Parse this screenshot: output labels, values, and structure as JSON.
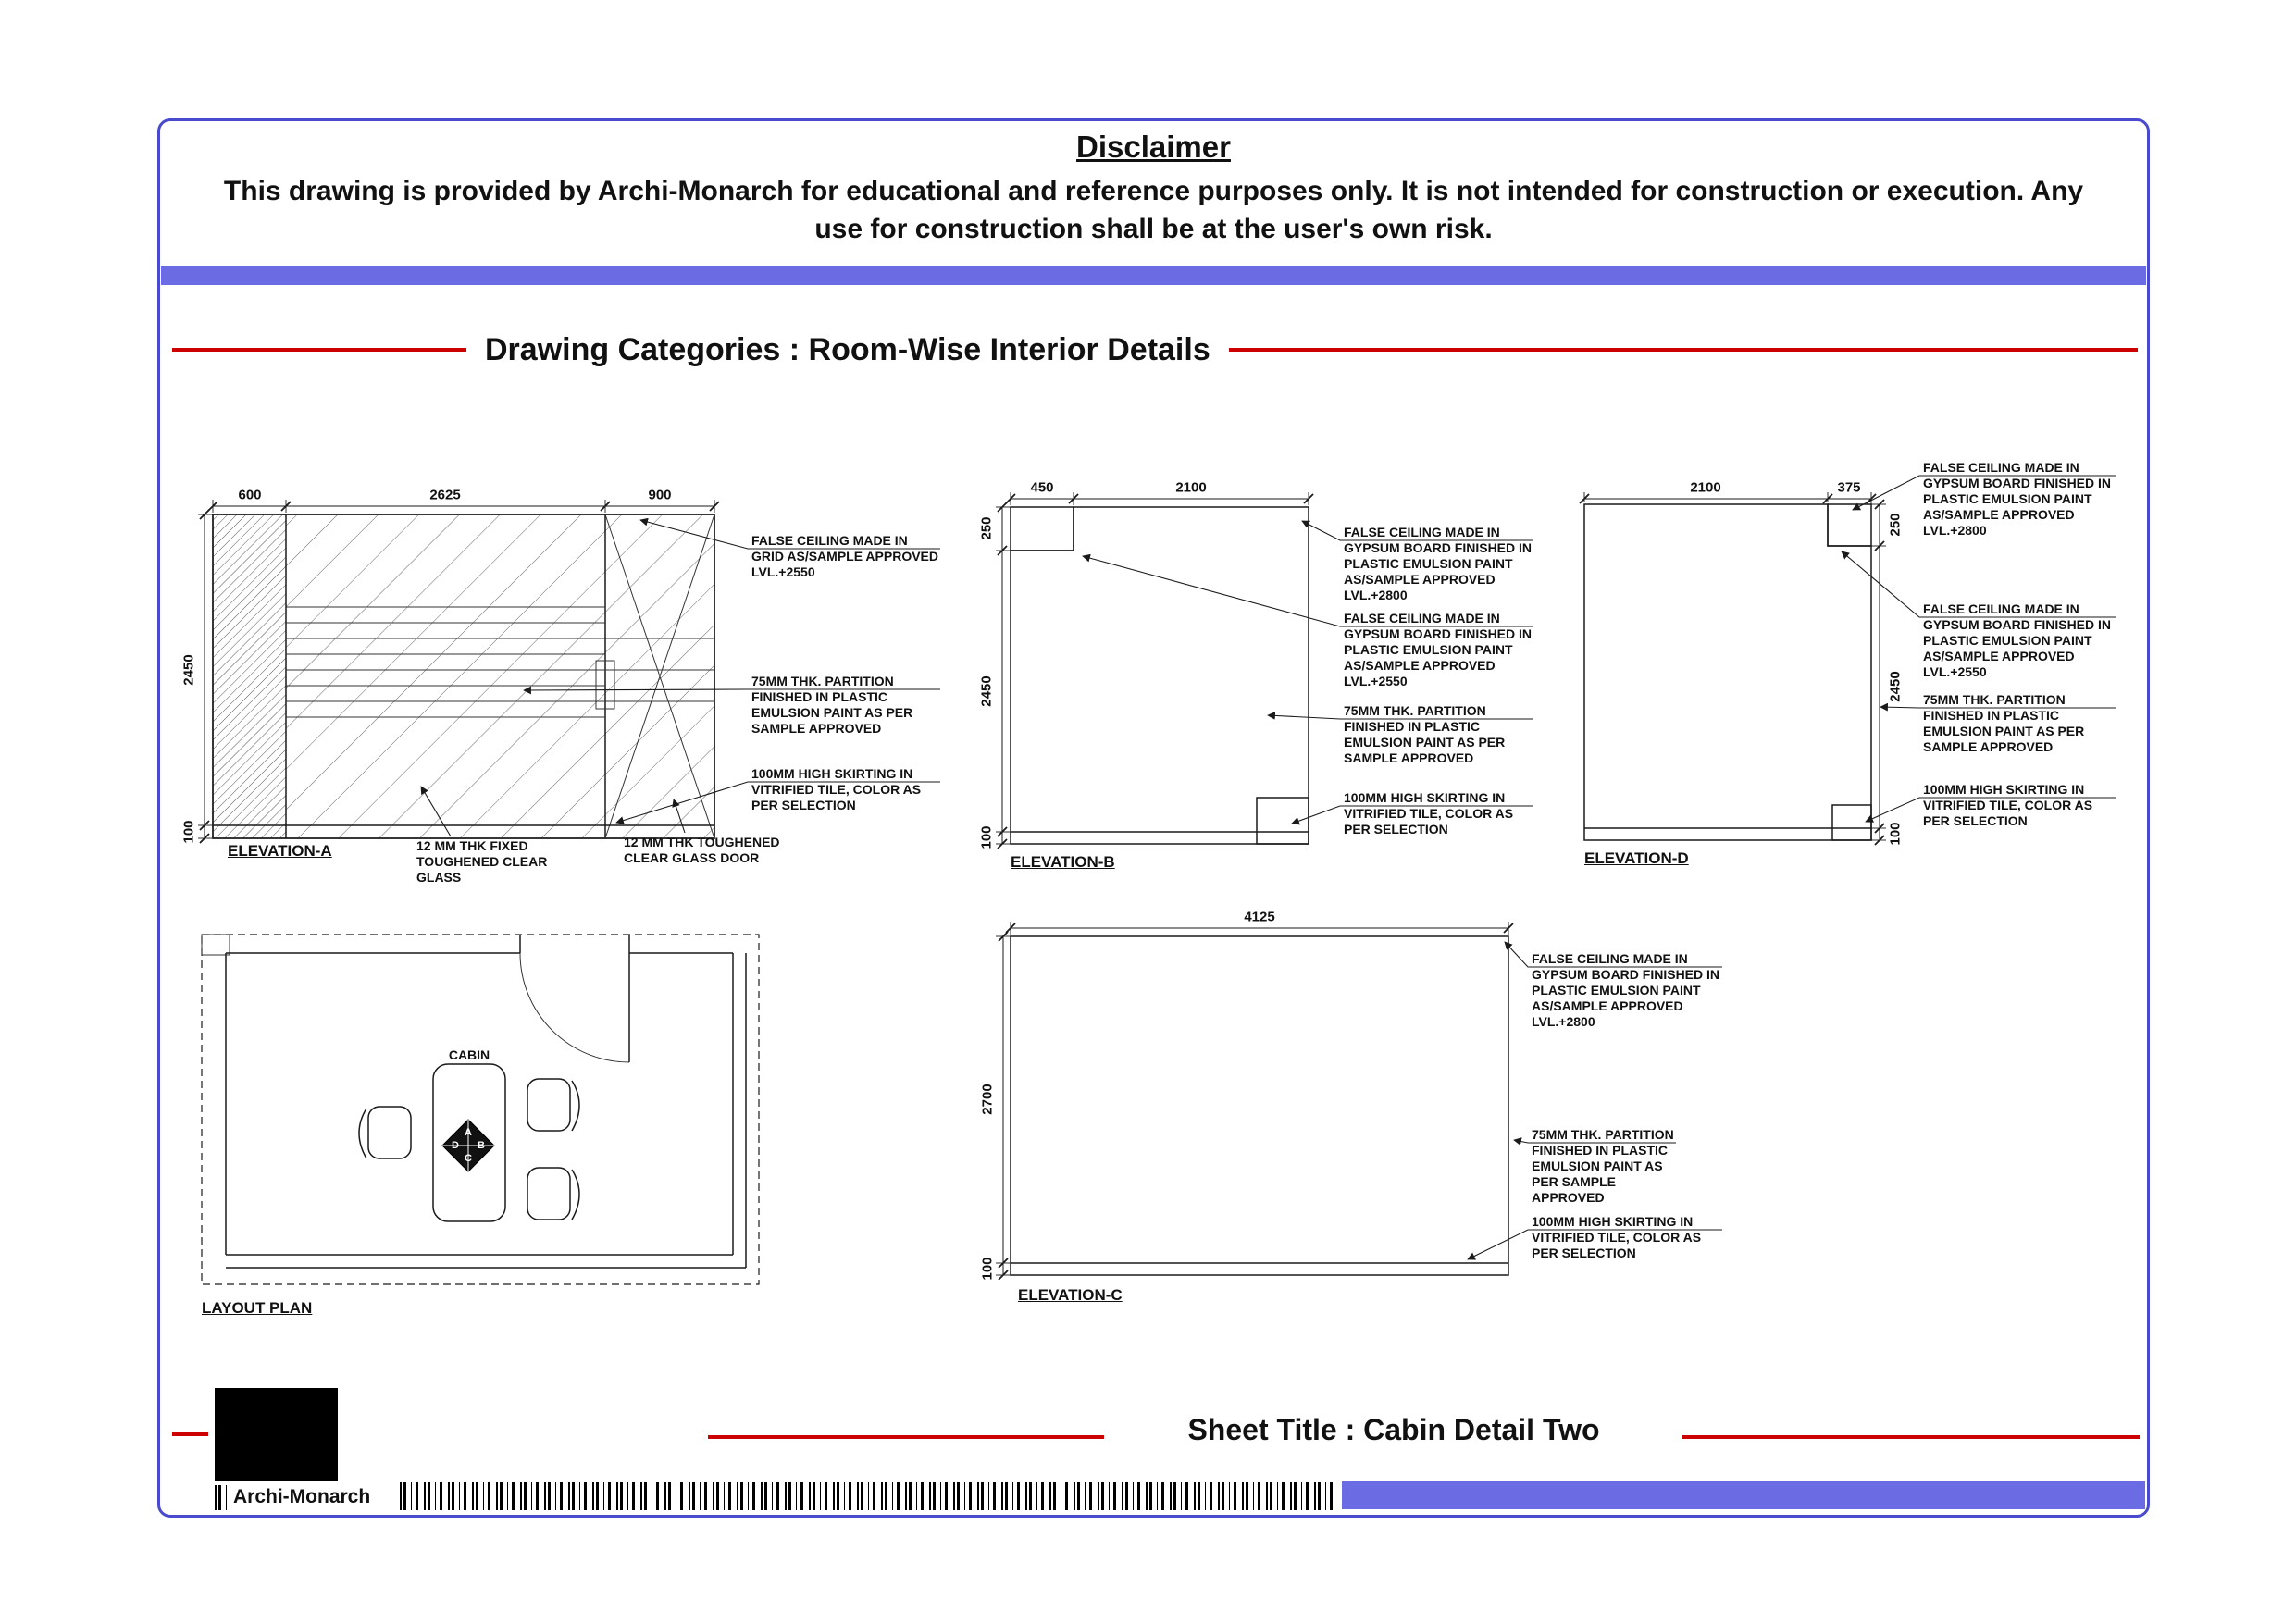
{
  "header": {
    "disclaimer_title": "Disclaimer",
    "disclaimer_text": "This drawing is provided by Archi-Monarch for educational and reference purposes only. It is not intended for construction or execution. Any use for construction shall be at the user's own risk."
  },
  "category": {
    "title": "Drawing Categories : Room-Wise Interior Details"
  },
  "elevations": {
    "a": {
      "label": "ELEVATION-A",
      "dims": {
        "d600": "600",
        "d2625": "2625",
        "d900": "900",
        "d2450": "2450",
        "d100": "100"
      },
      "ann_ceiling": "FALSE CEILING MADE IN GRID AS/SAMPLE APPROVED LVL.+2550",
      "ann_partition": "75MM THK. PARTITION FINISHED IN PLASTIC EMULSION PAINT AS PER SAMPLE APPROVED",
      "ann_skirting": "100MM HIGH SKIRTING IN VITRIFIED TILE, COLOR AS PER SELECTION",
      "ann_fixed_glass": "12 MM THK FIXED TOUGHENED CLEAR GLASS",
      "ann_glass_door": "12 MM THK TOUGHENED CLEAR GLASS DOOR"
    },
    "b": {
      "label": "ELEVATION-B",
      "dims": {
        "d450": "450",
        "d2100": "2100",
        "d250": "250",
        "d2450": "2450",
        "d100": "100"
      },
      "ann_ceiling_2800": "FALSE CEILING MADE IN GYPSUM BOARD FINISHED IN PLASTIC EMULSION PAINT AS/SAMPLE APPROVED LVL.+2800",
      "ann_ceiling_2550": "FALSE CEILING MADE IN GYPSUM BOARD FINISHED IN PLASTIC EMULSION PAINT AS/SAMPLE APPROVED LVL.+2550",
      "ann_partition": "75MM THK. PARTITION FINISHED IN PLASTIC EMULSION PAINT AS PER SAMPLE APPROVED",
      "ann_skirting": "100MM HIGH SKIRTING IN VITRIFIED TILE, COLOR AS PER SELECTION"
    },
    "c": {
      "label": "ELEVATION-C",
      "dims": {
        "d4125": "4125",
        "d2700": "2700",
        "d100": "100"
      },
      "ann_ceiling_2800": "FALSE CEILING MADE IN GYPSUM BOARD FINISHED IN PLASTIC EMULSION PAINT AS/SAMPLE APPROVED LVL.+2800",
      "ann_partition": "75MM THK. PARTITION FINISHED IN PLASTIC EMULSION PAINT AS PER SAMPLE APPROVED",
      "ann_skirting": "100MM HIGH SKIRTING IN VITRIFIED TILE, COLOR AS PER SELECTION"
    },
    "d": {
      "label": "ELEVATION-D",
      "dims": {
        "d2100": "2100",
        "d375": "375",
        "d250": "250",
        "d2450": "2450",
        "d100": "100"
      },
      "ann_ceiling_2800": "FALSE CEILING MADE IN GYPSUM BOARD FINISHED IN PLASTIC EMULSION PAINT AS/SAMPLE APPROVED LVL.+2800",
      "ann_ceiling_2550": "FALSE CEILING MADE IN GYPSUM BOARD FINISHED IN PLASTIC EMULSION PAINT AS/SAMPLE APPROVED LVL.+2550",
      "ann_partition": "75MM THK. PARTITION FINISHED IN PLASTIC EMULSION PAINT AS PER SAMPLE APPROVED",
      "ann_skirting": "100MM HIGH SKIRTING IN VITRIFIED TILE, COLOR AS PER SELECTION"
    }
  },
  "plan": {
    "label": "LAYOUT PLAN",
    "room_label": "CABIN",
    "marker_top": "A",
    "marker_right": "B",
    "marker_bottom": "C",
    "marker_left": "D"
  },
  "footer": {
    "sheet_title": "Sheet Title : Cabin Detail Two",
    "brand": "Archi-Monarch"
  },
  "colors": {
    "accent_bar": "#6b6be4",
    "rule_red": "#cc0000"
  }
}
